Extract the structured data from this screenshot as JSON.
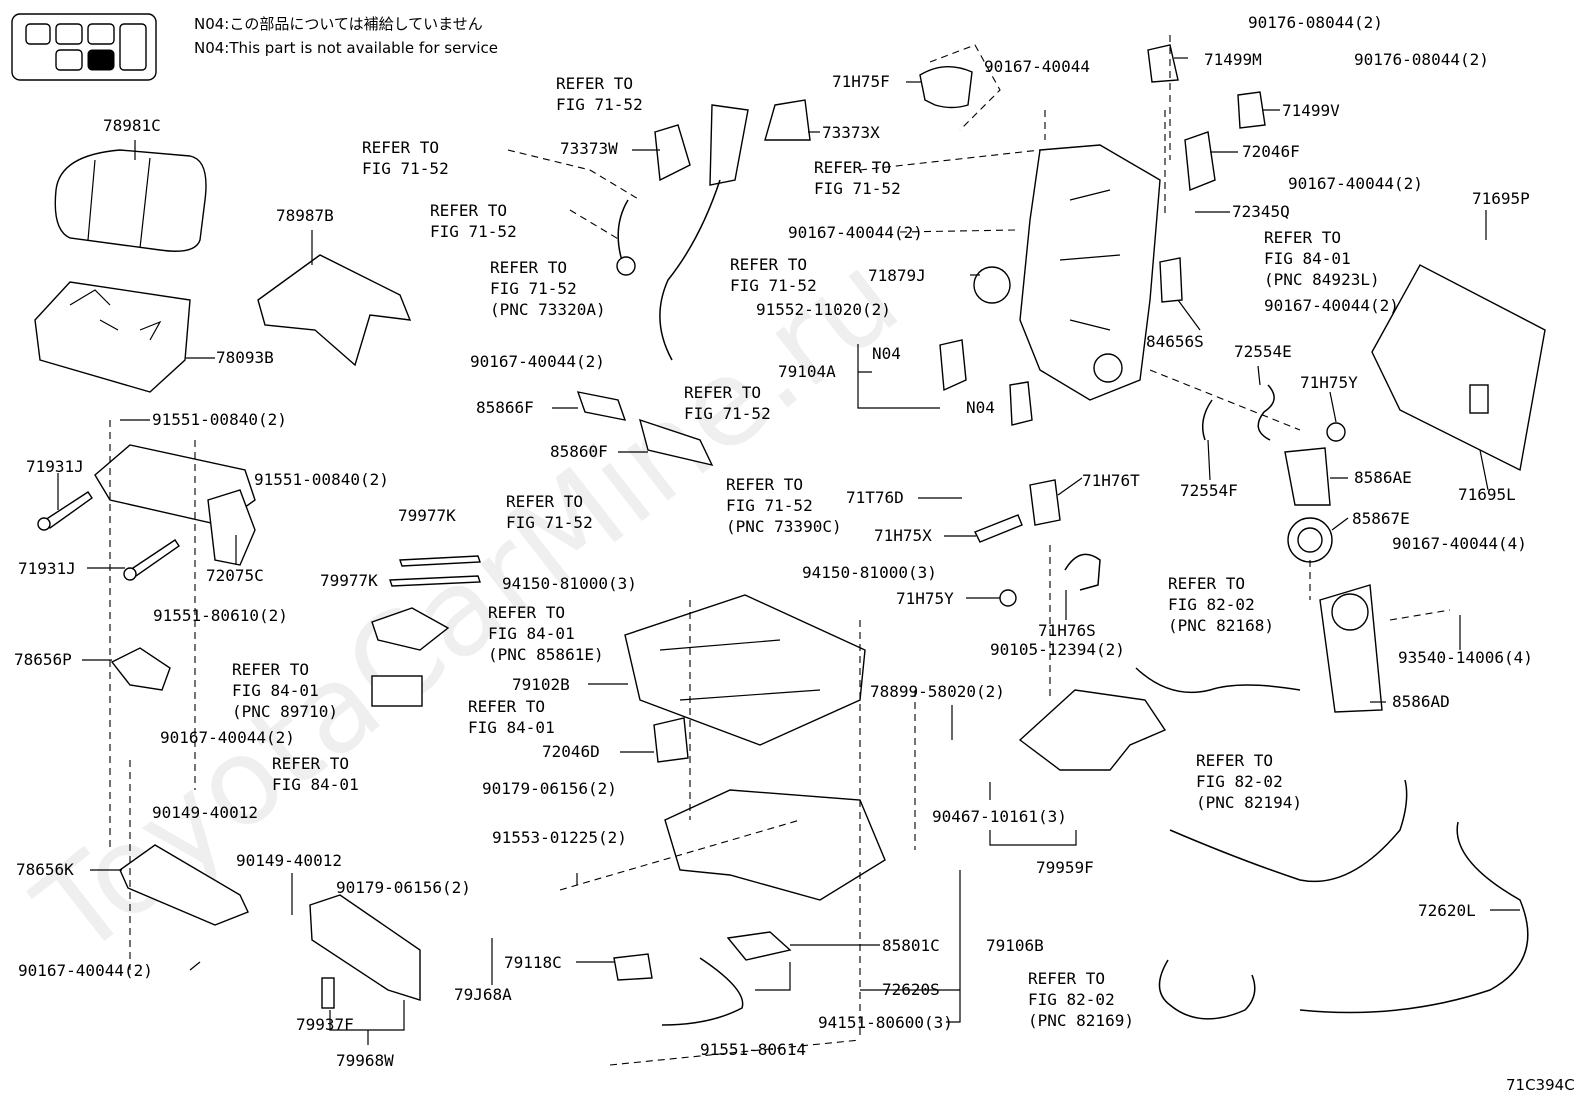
{
  "notes": {
    "jp": "N04:この部品については補給していません",
    "en": "N04:This part is not available for service"
  },
  "code": "71C394C",
  "watermark": "ToyotaCarMine.ru",
  "labels": [
    "78981C",
    "78987B",
    "78093B",
    "91551-00840(2)",
    "71931J",
    "91551-00840(2)",
    "71931J",
    "72075C",
    "91551-80610(2)",
    "78656P",
    "90167-40044(2)",
    "90149-40012",
    "78656K",
    "90149-40012",
    "90167-40044(2)",
    "79937F",
    "79968W",
    "79J68A",
    "79118C",
    "91551-80614",
    "72620S",
    "94151-80600(3)",
    "85801C",
    "79106B",
    "91553-01225(2)",
    "90179-06156(2)",
    "90179-06156(2)",
    "72046D",
    "79102B",
    "94150-81000(3)",
    "94150-81000(3)",
    "79977K",
    "79977K",
    "85860F",
    "85866F",
    "90167-40044(2)",
    "73373W",
    "73373X",
    "71H75F",
    "90167-40044",
    "71499M",
    "90176-08044(2)",
    "90176-08044(2)",
    "71499V",
    "72046F",
    "90167-40044(2)",
    "72345Q",
    "90167-40044(2)",
    "71879J",
    "91552-11020(2)",
    "79104A",
    "N04",
    "N04",
    "84656S",
    "90167-40044(2)",
    "71695P",
    "71695L",
    "72554E",
    "71H75Y",
    "72554F",
    "8586AE",
    "85867E",
    "90167-40044(4)",
    "71H76T",
    "71T76D",
    "71H75X",
    "71H75Y",
    "71H76S",
    "90105-12394(2)",
    "78899-58020(2)",
    "93540-14006(4)",
    "8586AD",
    "90467-10161(3)",
    "79959F",
    "72620L"
  ],
  "refer_to": "REFER TO",
  "refs": [
    "FIG 71-52",
    "FIG 71-52",
    "FIG 71-52",
    "FIG 71-52",
    "FIG 71-52",
    "FIG 71-52",
    "FIG 71-52",
    "FIG 71-52",
    "FIG 71-52",
    "FIG 84-01",
    "FIG 84-01",
    "FIG 84-01",
    "FIG 84-01",
    "FIG 84-01",
    "FIG 82-02",
    "FIG 82-02",
    "FIG 82-02"
  ],
  "pncs": [
    "(PNC 73320A)",
    "(PNC 73390C)",
    "(PNC 85861E)",
    "(PNC 89710)",
    "(PNC 84923L)",
    "(PNC 82168)",
    "(PNC 82194)",
    "(PNC 82169)"
  ]
}
